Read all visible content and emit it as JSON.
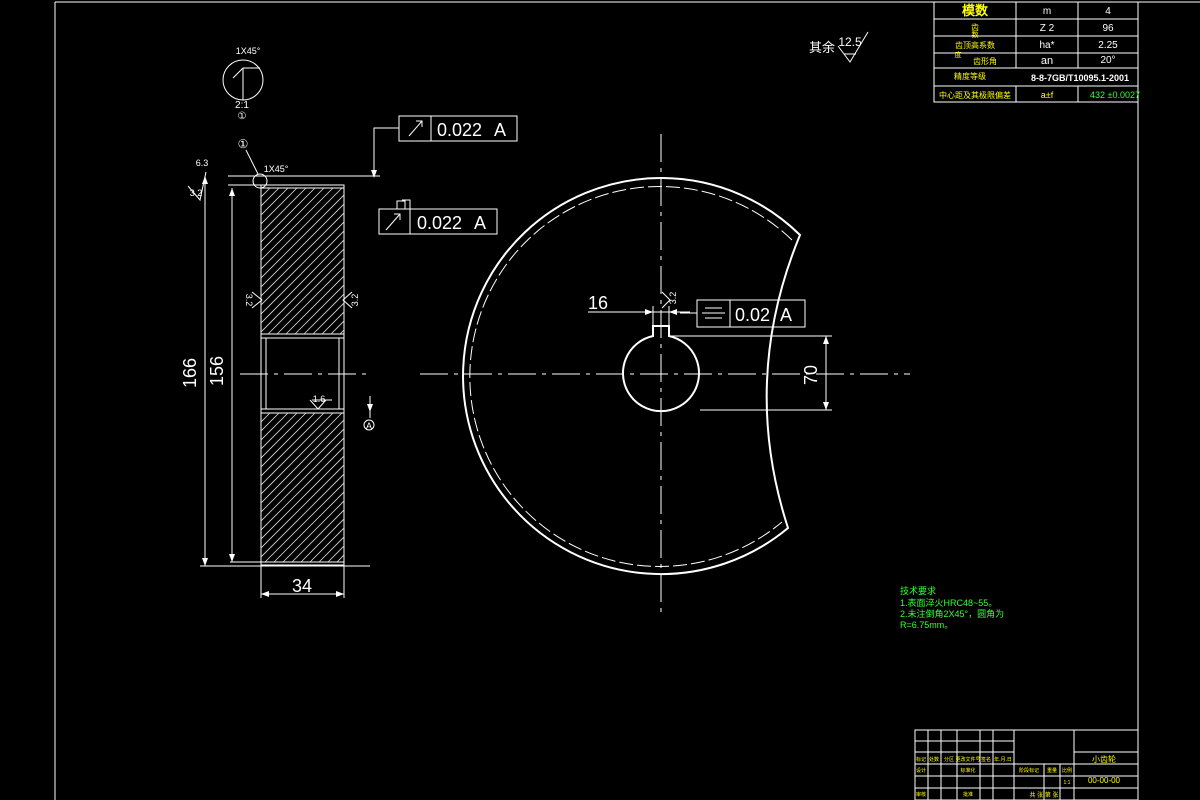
{
  "param_table": {
    "rows": [
      {
        "name": "模数",
        "symbol": "m",
        "value": "4"
      },
      {
        "name": "齿",
        "symbol": "Z 2",
        "value": "96"
      },
      {
        "name": "齿顶高系数",
        "symbol": "ha*",
        "value": "2.25"
      },
      {
        "name": "齿形角",
        "symbol": "an",
        "value": "20°"
      },
      {
        "name": "精度等级",
        "symbol": "8-8-7GB/T10095.1-2001",
        "value": ""
      },
      {
        "name": "中心距及其极限偏差",
        "symbol": "a±f",
        "value": "432 ±0.0027"
      }
    ],
    "extra_char_1": "数",
    "extra_char_2": "度"
  },
  "roughness_note": {
    "label": "其余",
    "value": "12.5"
  },
  "side_view": {
    "chamfer_detail": "1X45°",
    "scale": "2:1",
    "detail_circle_id": "①",
    "detail_marker": "①",
    "chamfer_label": "1X45°",
    "roughness_top_a": "6.3",
    "roughness_top_b": "3.2",
    "roughness_left": "3.2",
    "roughness_right": "3.2",
    "roughness_bore": "1.6",
    "dim_outer": "166",
    "dim_root": "156",
    "dim_width": "34",
    "datum_label": "A",
    "tolerance_1": {
      "symbol": "runout",
      "value": "0.022",
      "datum": "A"
    },
    "tolerance_2": {
      "symbol": "runout",
      "value": "0.022",
      "datum": "A"
    }
  },
  "front_view": {
    "dim_keyway": "16",
    "roughness_keyway": "3.2",
    "dim_height": "70",
    "tolerance": {
      "symbol": "symmetry",
      "value": "0.02",
      "datum": "A"
    }
  },
  "tech_requirements": {
    "title": "技术要求",
    "lines": [
      "1.表面淬火HRC48~55。",
      "2.未注倒角2X45°，圆角为",
      "R=6.75mm。"
    ]
  },
  "title_block": {
    "part_name": "小齿轮",
    "drawing_no": "00-00-00",
    "header_cells": [
      "标记",
      "处数",
      "分区",
      "更改文件号",
      "签名",
      "年.月.日"
    ],
    "design_row": [
      "设计",
      "",
      "标准化"
    ],
    "review_row": [
      "审核",
      "",
      "",
      "",
      "批准"
    ],
    "stage_labels": [
      "阶段标记",
      "重量",
      "比例"
    ],
    "sheet_label": "共 张 第 张",
    "scale_value": "1:1"
  }
}
